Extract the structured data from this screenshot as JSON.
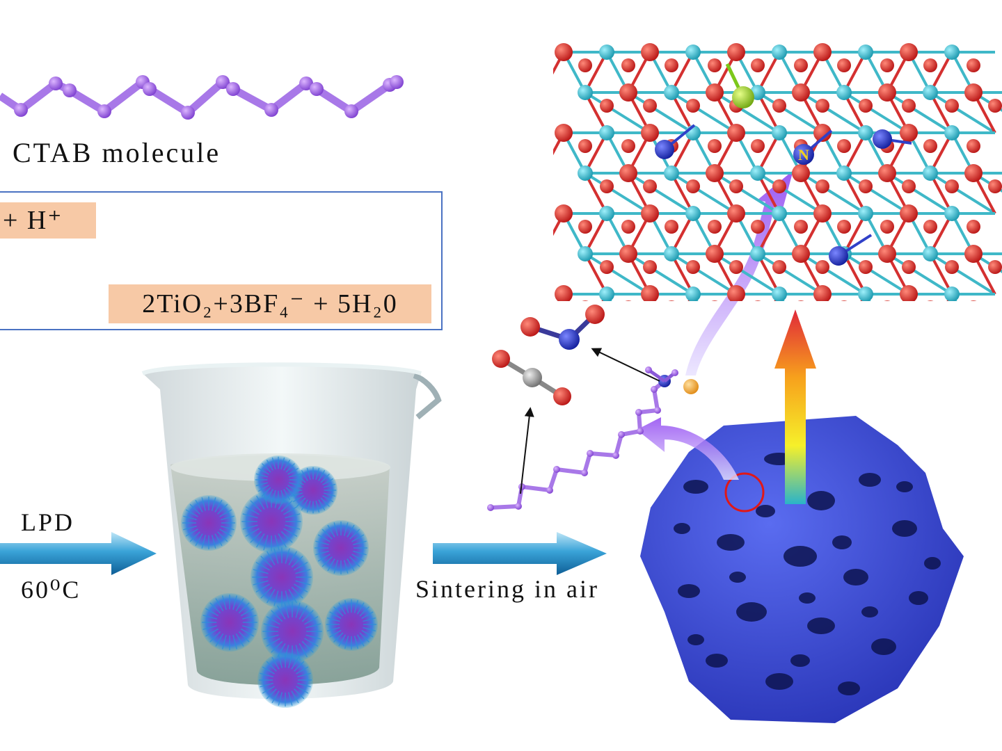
{
  "labels": {
    "ctab": "CTAB molecule",
    "reaction_left": "+ H⁺",
    "reaction_right": "2TiO₂+3BF₄⁻ + 5H₂0",
    "lpd": "LPD",
    "temperature": "60⁰C",
    "sintering": "Sintering in air",
    "nitrogen_symbol": "N"
  },
  "colors": {
    "ctab_chain": "#9955dd",
    "lattice_bond": "#3fb8c8",
    "oxygen_atom": "#d42a2a",
    "titanium_atom": "#2ab3c9",
    "nitrogen_atom": "#1f2fb8",
    "fluorine_atom": "#9ad12a",
    "carbon_atom": "#9a9a9a",
    "particle": "#3f4ed8",
    "reaction_box_border": "#4a72c2",
    "highlight": "#f7c9a6",
    "process_arrow": "#2a8fc9"
  }
}
